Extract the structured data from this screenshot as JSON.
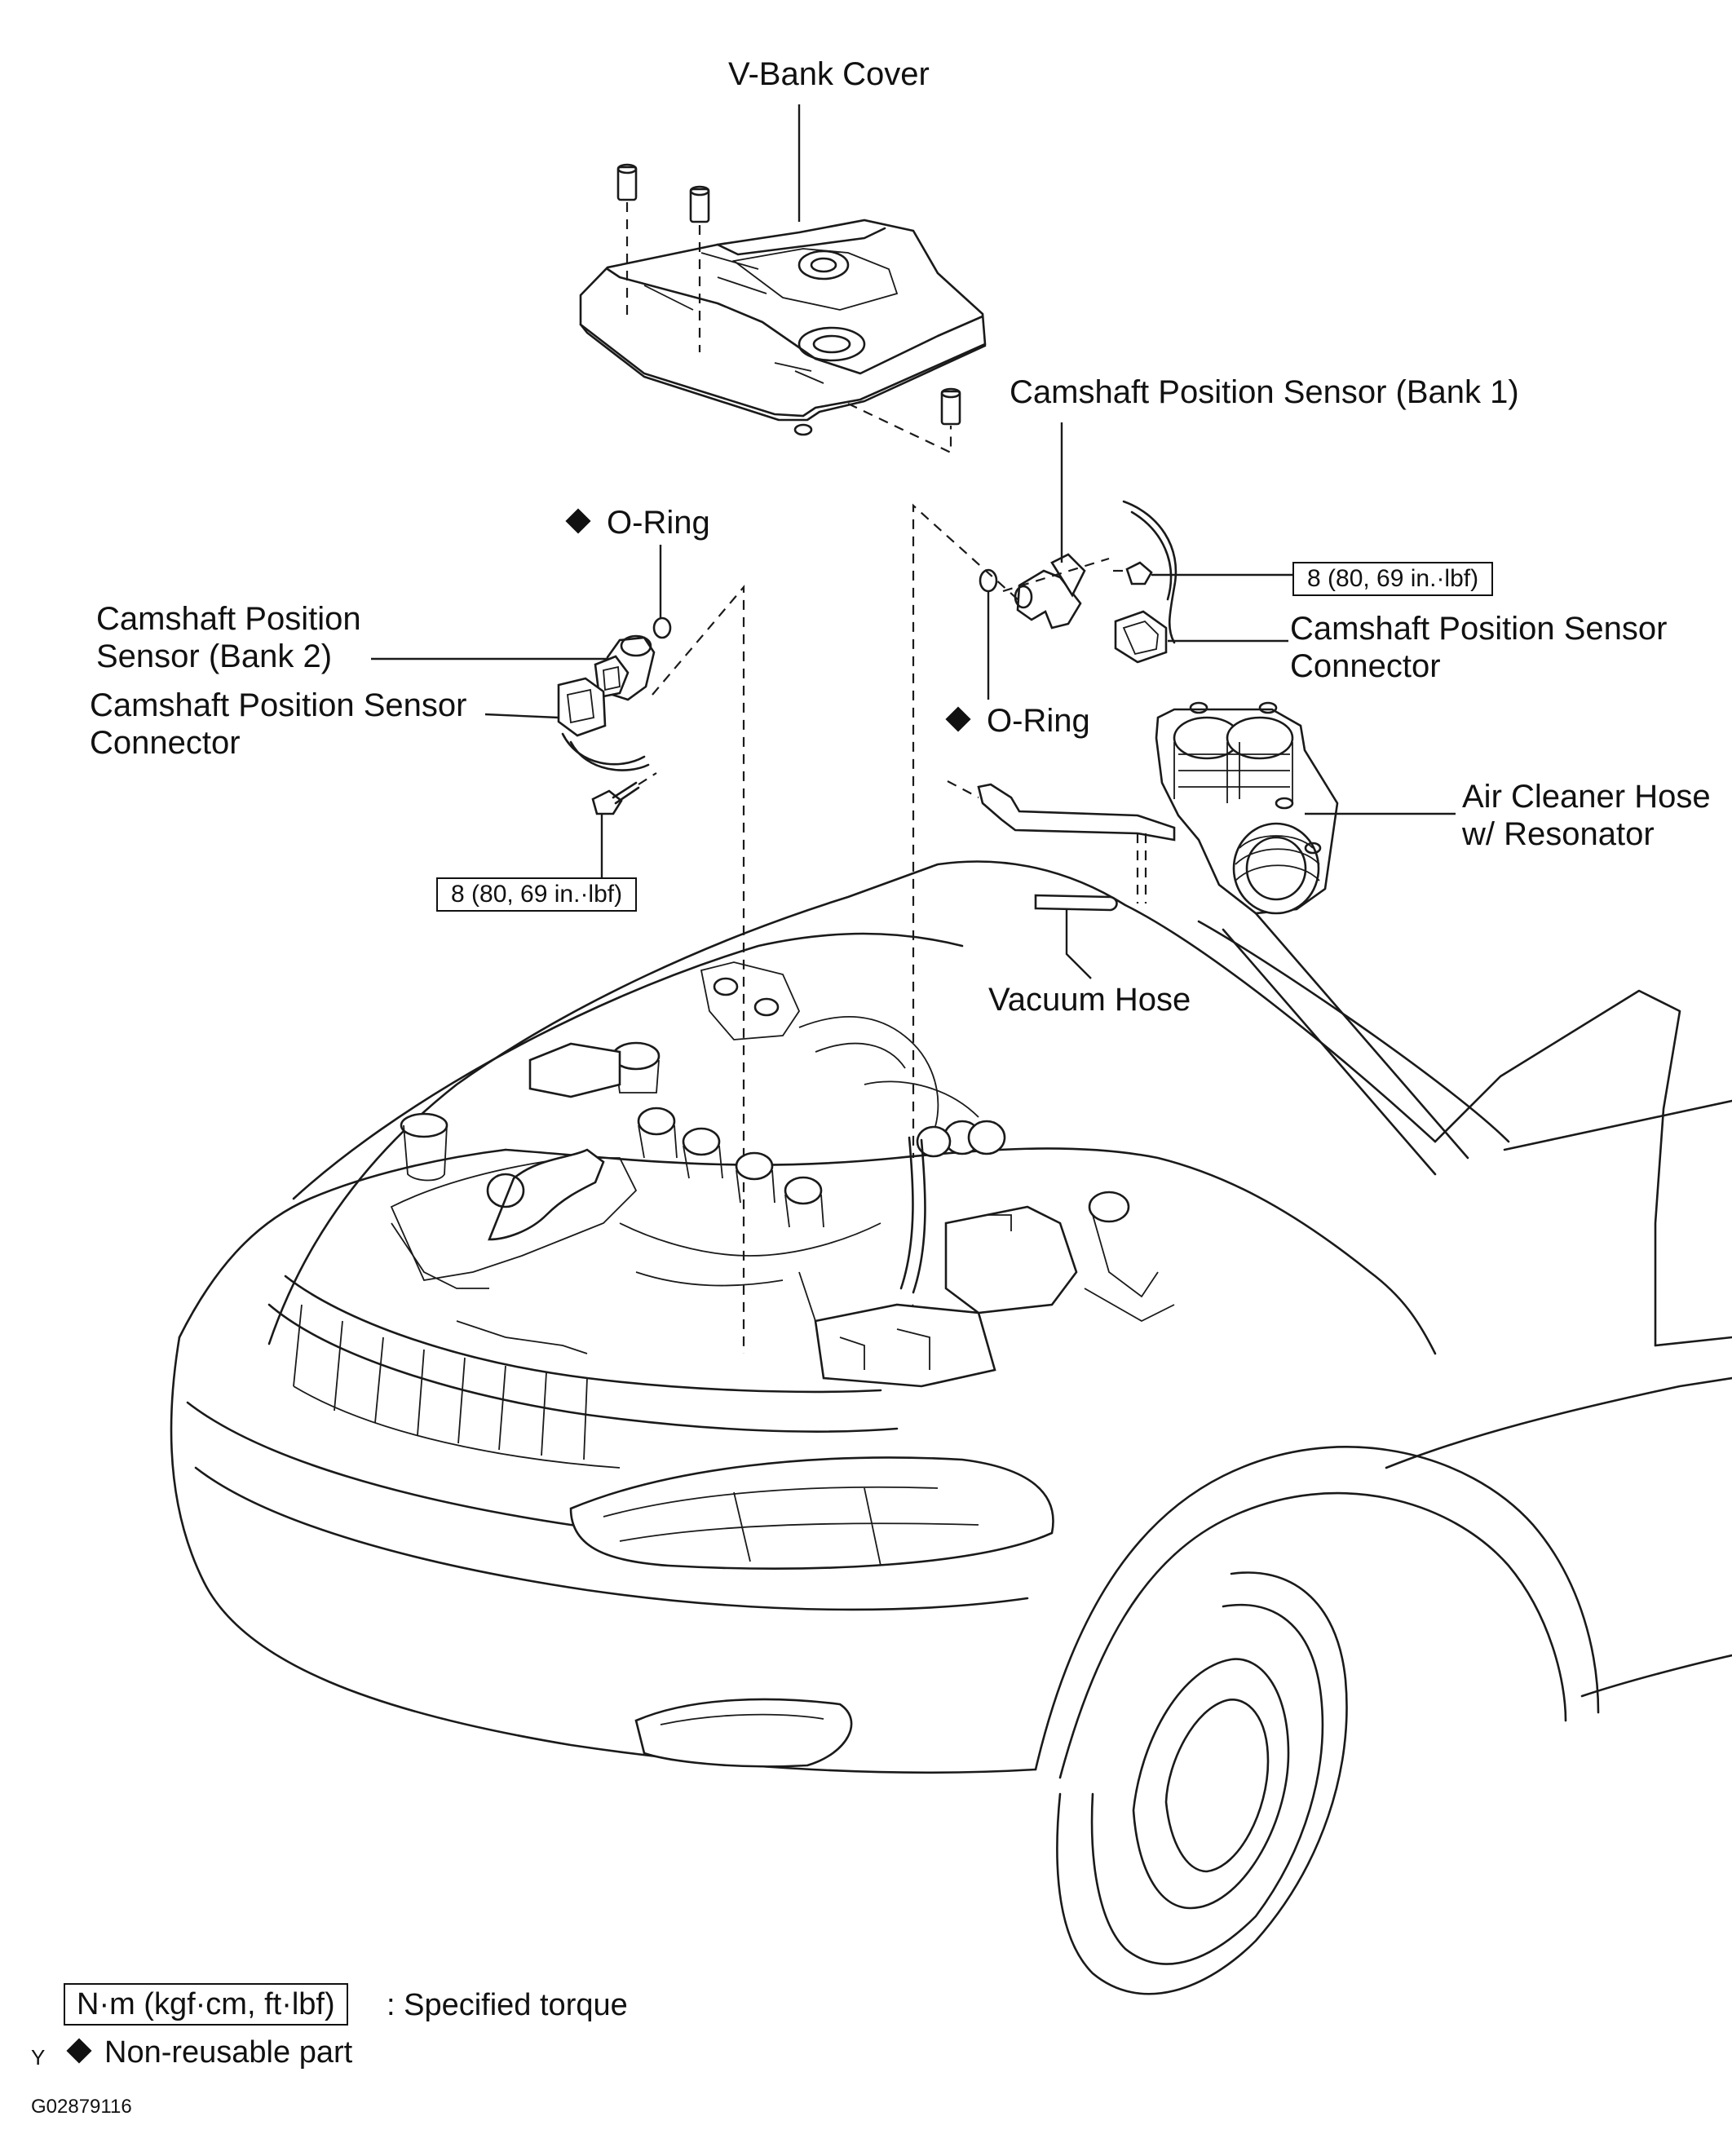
{
  "labels": {
    "v_bank_cover": "V-Bank  Cover",
    "cmp_bank1": "Camshaft Position Sensor (Bank 1)",
    "o_ring_top": "O-Ring",
    "cmp_bank2_line1": "Camshaft Position",
    "cmp_bank2_line2": "Sensor (Bank 2)",
    "cmp_conn_left_line1": "Camshaft Position Sensor",
    "cmp_conn_left_line2": "Connector",
    "cmp_conn_right_line1": "Camshaft Position Sensor",
    "cmp_conn_right_line2": "Connector",
    "o_ring_right": "O-Ring",
    "air_cleaner_line1": "Air Cleaner Hose",
    "air_cleaner_line2": "w/ Resonator",
    "vacuum_hose": "Vacuum Hose"
  },
  "torque": {
    "right": "8 (80, 69 in.·lbf)",
    "left": "8 (80, 69 in.·lbf)"
  },
  "legend": {
    "torque_unit": "N·m (kgf·cm, ft·lbf)",
    "torque_desc": ": Specified torque",
    "non_reusable": "Non-reusable part",
    "y_mark": "Y"
  },
  "figure_code": "G02879116"
}
